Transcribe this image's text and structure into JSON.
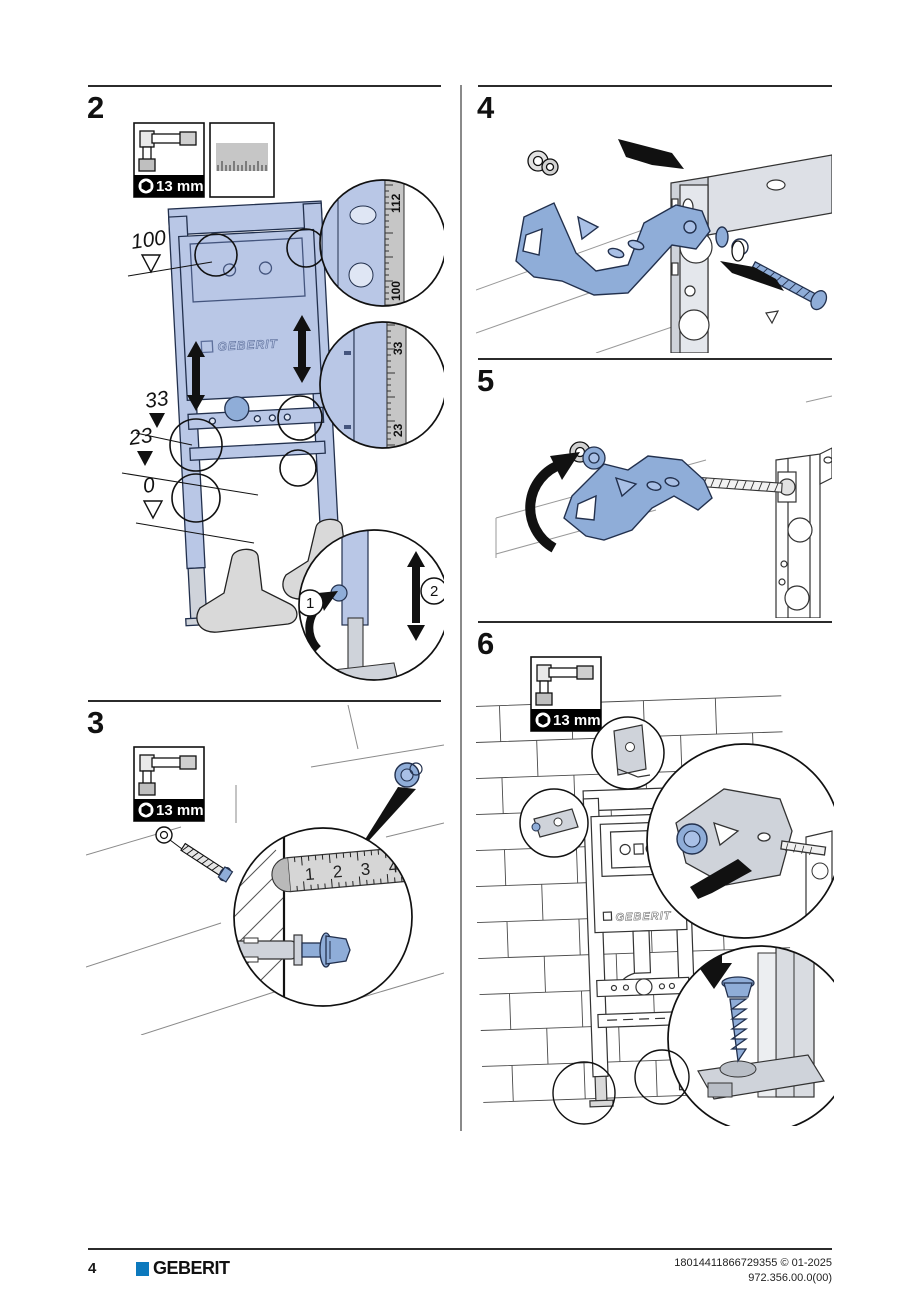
{
  "tools": {
    "socket_size_label": "13 mm",
    "socket_icon": "socket-wrench-icon",
    "ruler_icon": "folding-ruler-icon"
  },
  "steps": {
    "s2": {
      "number": "2",
      "dims": {
        "d100": "100",
        "d33": "33",
        "d23": "23",
        "d0": "0"
      },
      "ruler_top": {
        "v112": "112",
        "v100": "100"
      },
      "ruler_mid": {
        "v33": "33",
        "v23": "23"
      },
      "callouts": {
        "c1": "1",
        "c2": "2"
      },
      "brand": "GEBERIT"
    },
    "s3": {
      "number": "3",
      "ruler": {
        "v1": "1",
        "v2": "2",
        "v3": "3",
        "v4": "4"
      }
    },
    "s4": {
      "number": "4"
    },
    "s5": {
      "number": "5"
    },
    "s6": {
      "number": "6",
      "brand": "GEBERIT"
    }
  },
  "footer": {
    "page_number": "4",
    "logo_text": "GEBERIT",
    "doc_line1": "18014411866729355 © 01-2025",
    "doc_line2": "972.356.00.0(00)"
  },
  "colors": {
    "part_blue": "#8fadd8",
    "frame_blue": "#b9c7e6",
    "metal_gray": "#cfd3da",
    "ruler_gray": "#c6c6c6",
    "brand_blue": "#0c79bd",
    "line_dark": "#1a1a1a"
  }
}
